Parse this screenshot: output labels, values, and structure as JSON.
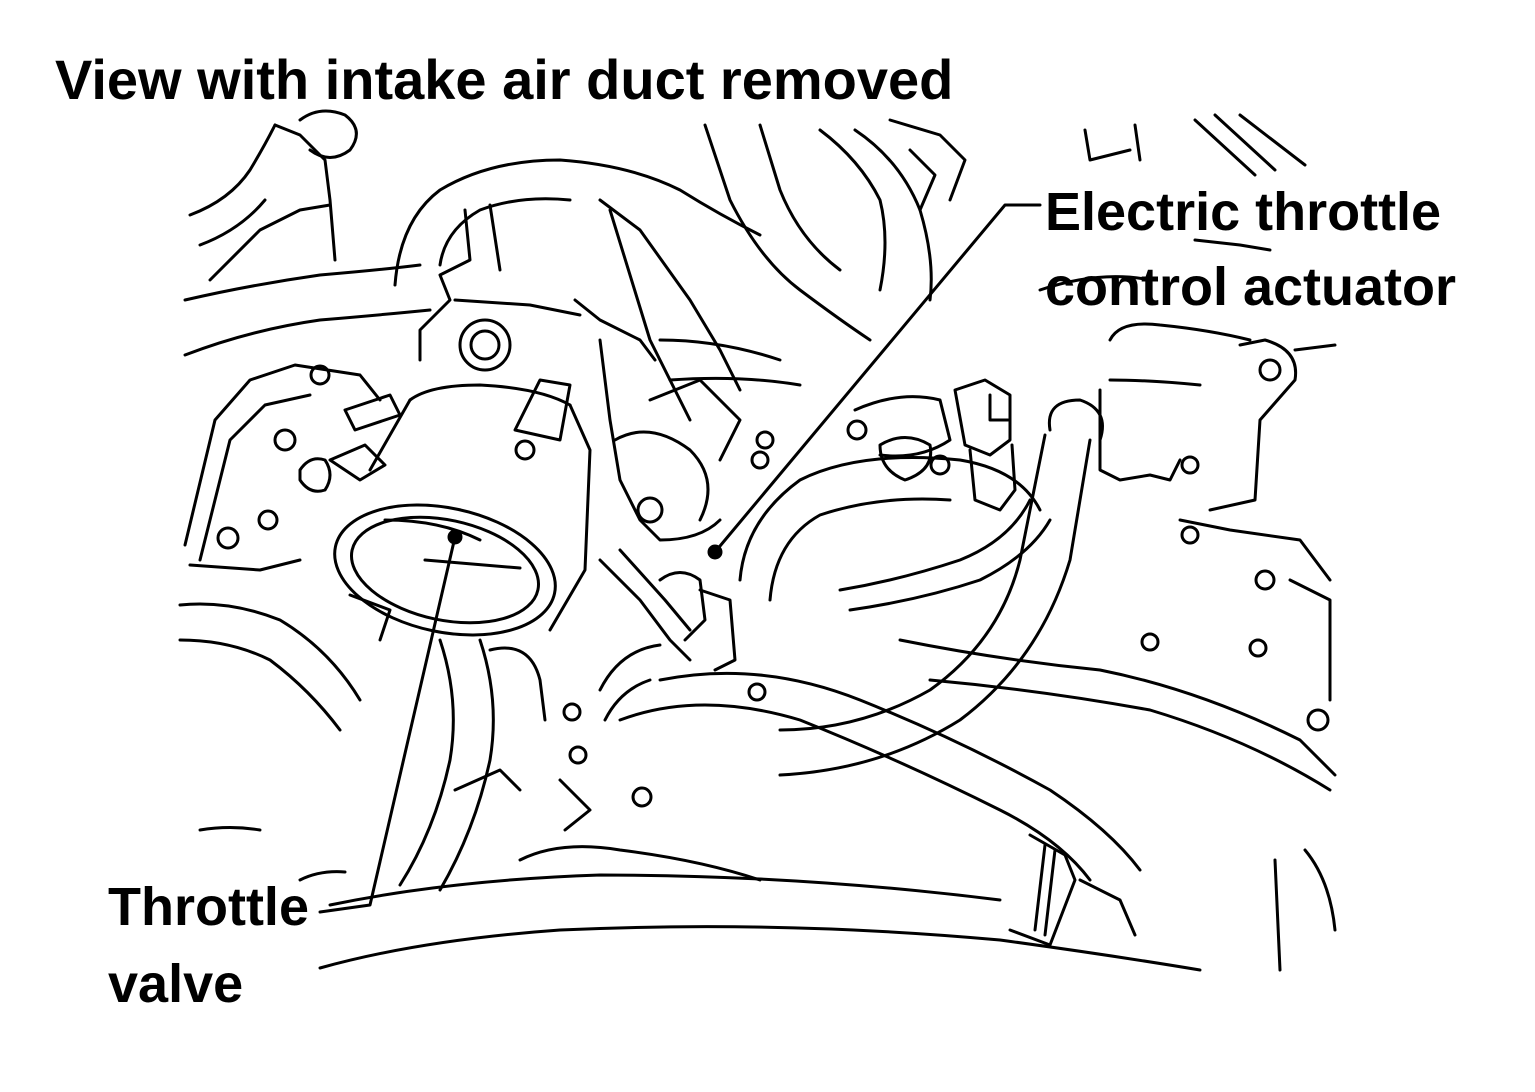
{
  "title": "View with intake air duct removed",
  "callouts": {
    "actuator": {
      "line1": "Electric throttle",
      "line2": "control actuator"
    },
    "valve": {
      "line1": "Throttle",
      "line2": "valve"
    }
  }
}
